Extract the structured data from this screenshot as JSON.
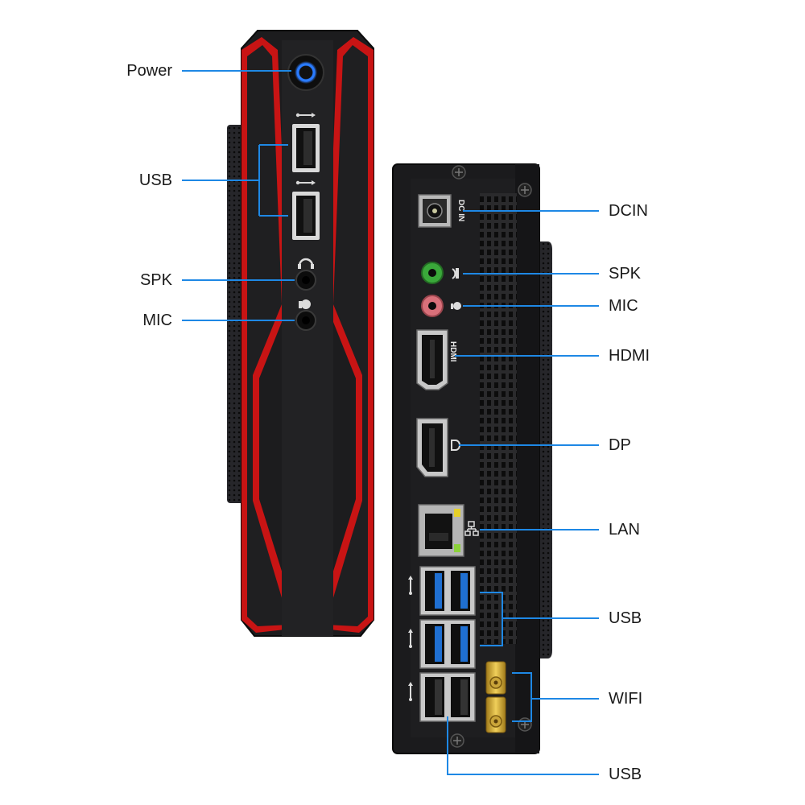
{
  "front_panel": {
    "labels": {
      "power": "Power",
      "usb": "USB",
      "spk": "SPK",
      "mic": "MIC"
    }
  },
  "back_panel": {
    "labels": {
      "dcin": "DCIN",
      "spk": "SPK",
      "mic": "MIC",
      "hdmi": "HDMI",
      "dp": "DP",
      "lan": "LAN",
      "usb_upper": "USB",
      "wifi": "WIFI",
      "usb_lower": "USB"
    },
    "port_markings": {
      "dcin": "DC IN",
      "hdmi": "HDMI"
    }
  },
  "colors": {
    "chassis": "#1c1c1e",
    "accent_red": "#c81414",
    "callout_line": "#1e88e5",
    "power_ring": "#2a7bff",
    "usb3_blue": "#1f6fd1",
    "jack_green": "#3aa83a",
    "jack_pink": "#d9707a",
    "antenna_gold": "#d9b23a"
  }
}
